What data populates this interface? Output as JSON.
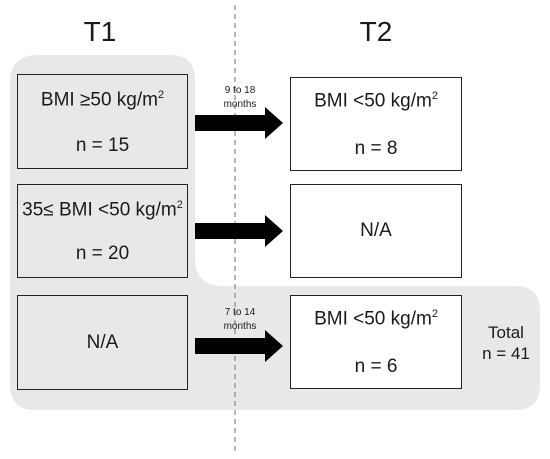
{
  "headings": {
    "t1": "T1",
    "t2": "T2"
  },
  "rows": [
    {
      "t1": {
        "line1": "BMI ≥50 kg/m",
        "sup": "2",
        "line2": "n = 15"
      },
      "interval": {
        "line1": "9 to 18",
        "line2": "months"
      },
      "t2": {
        "line1": "BMI <50 kg/m",
        "sup": "2",
        "line2": "n = 8"
      }
    },
    {
      "t1": {
        "line1": "35≤ BMI <50 kg/m",
        "sup": "2",
        "line2": "n = 20"
      },
      "t2": {
        "text": "N/A"
      }
    },
    {
      "t1": {
        "text": "N/A"
      },
      "interval": {
        "line1": "7 to 14",
        "line2": "months"
      },
      "t2": {
        "line1": "BMI <50 kg/m",
        "sup": "2",
        "line2": "n = 6"
      }
    }
  ],
  "total": {
    "line1": "Total",
    "line2": "n = 41"
  },
  "colors": {
    "background_panel": "#e8e8e8",
    "border": "#222222",
    "arrow": "#000000",
    "divider": "#888888"
  }
}
